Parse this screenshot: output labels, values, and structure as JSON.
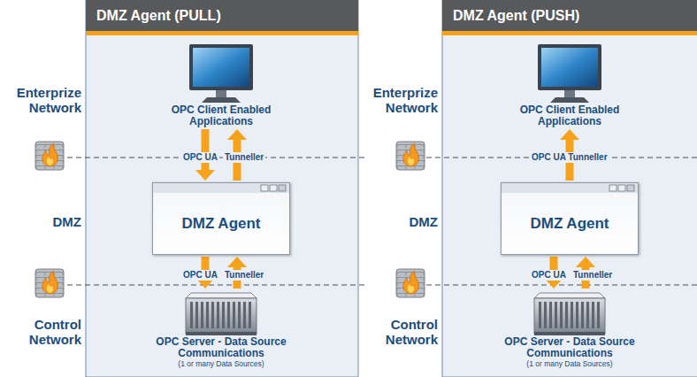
{
  "diagram": {
    "nodes": [
      {
        "text": [
          "DMZ Agent (PULL)"
        ]
      },
      {
        "text": [
          "OPC Client Enabled Applications"
        ],
        "in": 0
      },
      {
        "text": [
          "DMZ Agent"
        ],
        "in": 0
      },
      {
        "text": [
          "OPC Server - Data Source Communications",
          "(1 or many Data Sources)"
        ],
        "in": 0
      },
      {
        "text": [
          "DMZ Agent (PUSH)"
        ]
      },
      {
        "text": [
          "OPC Client Enabled Applications"
        ],
        "in": 4
      },
      {
        "text": [
          "DMZ Agent"
        ],
        "in": 4
      },
      {
        "text": [
          "OPC Server - Data Source Communications",
          "(1 or many Data Sources)"
        ],
        "in": 4
      }
    ],
    "edges": [
      {
        "from": 1,
        "to": 2,
        "arrow": "to",
        "label": "OPC UA"
      },
      {
        "from": 2,
        "to": 1,
        "arrow": "to",
        "label": "Tunneller"
      },
      {
        "from": 2,
        "to": 3,
        "arrow": "to",
        "label": "OPC UA"
      },
      {
        "from": 3,
        "to": 2,
        "arrow": "to",
        "label": "Tunneller"
      },
      {
        "from": 6,
        "to": 5,
        "arrow": "to",
        "label": "OPC UA Tunneller"
      },
      {
        "from": 6,
        "to": 7,
        "arrow": "to",
        "label": "OPC UA"
      },
      {
        "from": 7,
        "to": 6,
        "arrow": "to",
        "label": "Tunneller"
      }
    ],
    "labels": [
      "Enterprize Network",
      "DMZ",
      "Control Network",
      "Enterprize Network",
      "DMZ",
      "Control Network"
    ]
  }
}
